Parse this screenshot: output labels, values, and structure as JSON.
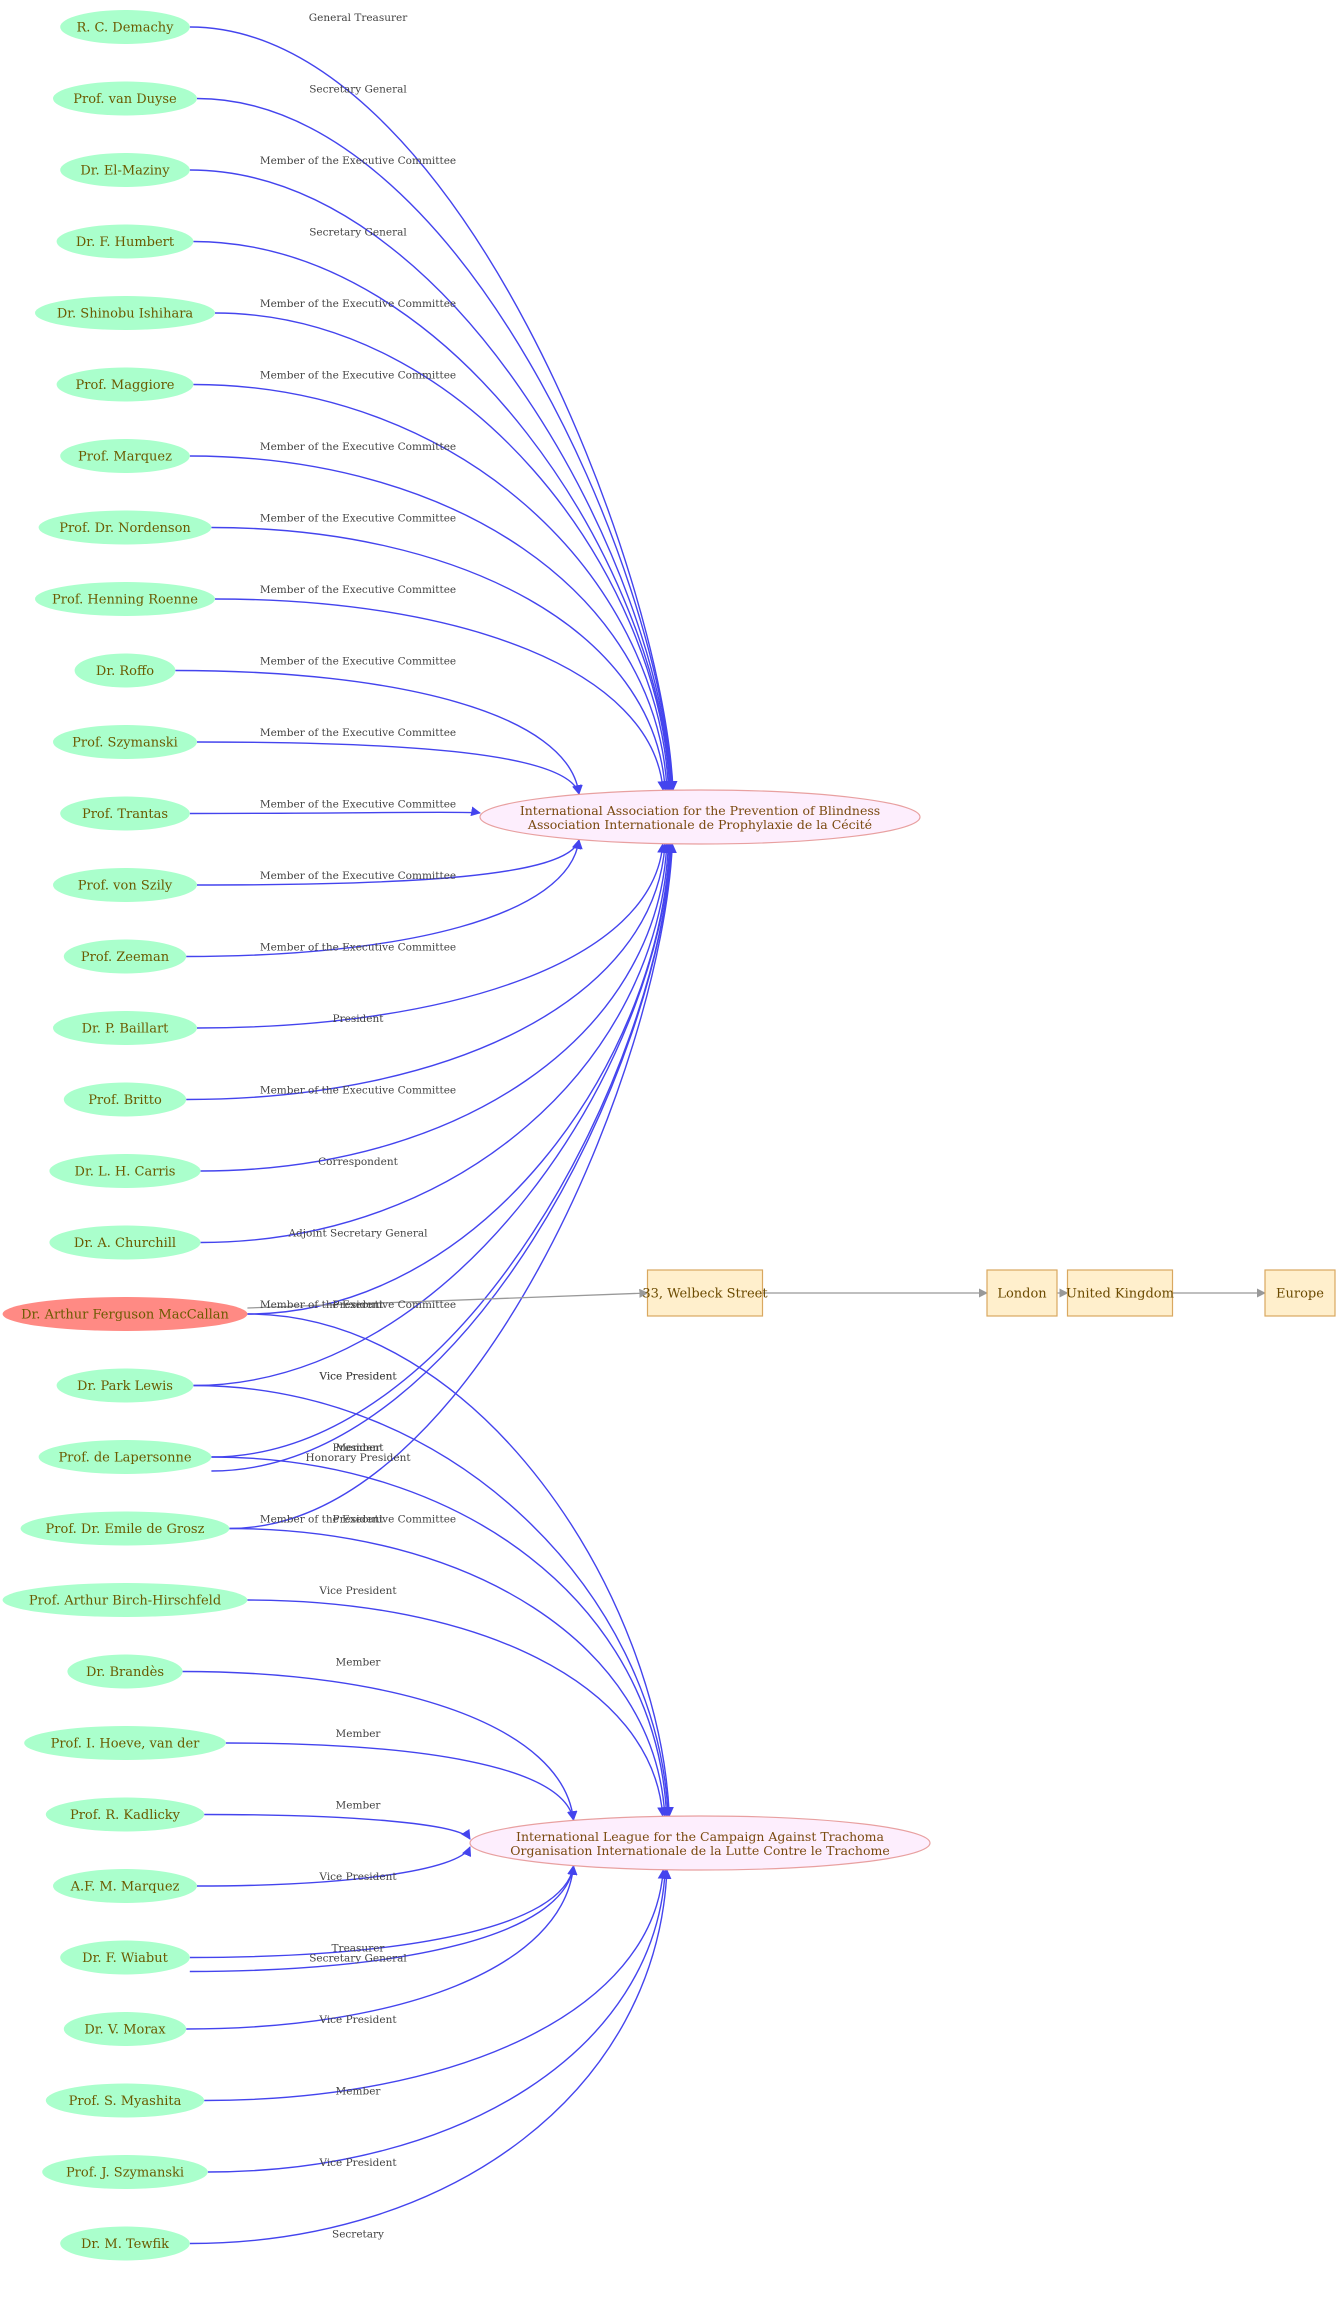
{
  "colors": {
    "person_fill": "#aaffcc",
    "focus_fill": "#ff8a84",
    "org_fill": "#fdeefd",
    "org_stroke": "#e8a0a0",
    "place_fill": "#ffefcc",
    "place_stroke": "#d9a860",
    "role_edge": "#4444ee",
    "address_edge": "#999999"
  },
  "organizations": [
    {
      "id": "iapb",
      "line1": "International Association for the Prevention of Blindness",
      "line2": "Association Internationale de Prophylaxie de la Cécité"
    },
    {
      "id": "ilct",
      "line1": "International League for the Campaign Against Trachoma",
      "line2": "Organisation Internationale de la Lutte Contre le Trachome"
    }
  ],
  "people": [
    {
      "id": "p01",
      "name": "R. C. Demachy"
    },
    {
      "id": "p02",
      "name": "Prof. van Duyse"
    },
    {
      "id": "p03",
      "name": "Dr. El-Maziny"
    },
    {
      "id": "p04",
      "name": "Dr. F. Humbert"
    },
    {
      "id": "p05",
      "name": "Dr. Shinobu Ishihara"
    },
    {
      "id": "p06",
      "name": "Prof. Maggiore"
    },
    {
      "id": "p07",
      "name": "Prof. Marquez"
    },
    {
      "id": "p08",
      "name": "Prof. Dr. Nordenson"
    },
    {
      "id": "p09",
      "name": "Prof. Henning Roenne"
    },
    {
      "id": "p10",
      "name": "Dr. Roffo"
    },
    {
      "id": "p11",
      "name": "Prof. Szymanski"
    },
    {
      "id": "p12",
      "name": "Prof. Trantas"
    },
    {
      "id": "p13",
      "name": "Prof. von Szily"
    },
    {
      "id": "p14",
      "name": "Prof. Zeeman"
    },
    {
      "id": "p15",
      "name": "Dr. P. Baillart"
    },
    {
      "id": "p16",
      "name": "Prof. Britto"
    },
    {
      "id": "p17",
      "name": "Dr. L. H. Carris"
    },
    {
      "id": "p18",
      "name": "Dr. A. Churchill"
    },
    {
      "id": "p19",
      "name": "Dr. Arthur Ferguson MacCallan",
      "focus": true
    },
    {
      "id": "p20",
      "name": "Dr. Park Lewis"
    },
    {
      "id": "p21",
      "name": "Prof. de Lapersonne"
    },
    {
      "id": "p22",
      "name": "Prof. Dr. Emile de Grosz"
    },
    {
      "id": "p23",
      "name": "Prof. Arthur Birch-Hirschfeld"
    },
    {
      "id": "p24",
      "name": "Dr. Brandès"
    },
    {
      "id": "p25",
      "name": "Prof. I. Hoeve, van der"
    },
    {
      "id": "p26",
      "name": "Prof. R. Kadlicky"
    },
    {
      "id": "p27",
      "name": "A.F. M. Marquez"
    },
    {
      "id": "p28",
      "name": "Dr. F. Wiabut"
    },
    {
      "id": "p29",
      "name": "Dr. V. Morax"
    },
    {
      "id": "p30",
      "name": "Prof. S. Myashita"
    },
    {
      "id": "p31",
      "name": "Prof. J. Szymanski"
    },
    {
      "id": "p32",
      "name": "Dr. M. Tewfik"
    }
  ],
  "places": [
    {
      "id": "pl1",
      "name": "33, Welbeck Street"
    },
    {
      "id": "pl2",
      "name": "London"
    },
    {
      "id": "pl3",
      "name": "United Kingdom"
    },
    {
      "id": "pl4",
      "name": "Europe"
    }
  ],
  "relations": [
    {
      "from": "p01",
      "to": "iapb",
      "label": "General Treasurer"
    },
    {
      "from": "p02",
      "to": "iapb",
      "label": "Secretary General"
    },
    {
      "from": "p03",
      "to": "iapb",
      "label": "Member of the Executive Committee"
    },
    {
      "from": "p04",
      "to": "iapb",
      "label": "Secretary General"
    },
    {
      "from": "p05",
      "to": "iapb",
      "label": "Member of the Executive Committee"
    },
    {
      "from": "p06",
      "to": "iapb",
      "label": "Member of the Executive Committee"
    },
    {
      "from": "p07",
      "to": "iapb",
      "label": "Member of the Executive Committee"
    },
    {
      "from": "p08",
      "to": "iapb",
      "label": "Member of the Executive Committee"
    },
    {
      "from": "p09",
      "to": "iapb",
      "label": "Member of the Executive Committee"
    },
    {
      "from": "p10",
      "to": "iapb",
      "label": "Member of the Executive Committee"
    },
    {
      "from": "p11",
      "to": "iapb",
      "label": "Member of the Executive Committee"
    },
    {
      "from": "p12",
      "to": "iapb",
      "label": "Member of the Executive Committee"
    },
    {
      "from": "p13",
      "to": "iapb",
      "label": "Member of the Executive Committee"
    },
    {
      "from": "p14",
      "to": "iapb",
      "label": "Member of the Executive Committee"
    },
    {
      "from": "p15",
      "to": "iapb",
      "label": "President"
    },
    {
      "from": "p16",
      "to": "iapb",
      "label": "Member of the Executive Committee"
    },
    {
      "from": "p17",
      "to": "iapb",
      "label": "Correspondent"
    },
    {
      "from": "p18",
      "to": "iapb",
      "label": "Adjoint Secretary General"
    },
    {
      "from": "p19",
      "to": "iapb",
      "label": "Member of the Executive Committee"
    },
    {
      "from": "p19",
      "to": "ilct",
      "label": "President"
    },
    {
      "from": "p20",
      "to": "iapb",
      "label": "Vice President"
    },
    {
      "from": "p20",
      "to": "ilct",
      "label": "Vice President"
    },
    {
      "from": "p21",
      "to": "iapb",
      "label": "President"
    },
    {
      "from": "p21",
      "to": "iapb",
      "label": "Honorary President"
    },
    {
      "from": "p21",
      "to": "ilct",
      "label": "Member"
    },
    {
      "from": "p22",
      "to": "iapb",
      "label": "Member of the Executive Committee"
    },
    {
      "from": "p22",
      "to": "ilct",
      "label": "President"
    },
    {
      "from": "p23",
      "to": "ilct",
      "label": "Vice President"
    },
    {
      "from": "p24",
      "to": "ilct",
      "label": "Member"
    },
    {
      "from": "p25",
      "to": "ilct",
      "label": "Member"
    },
    {
      "from": "p26",
      "to": "ilct",
      "label": "Member"
    },
    {
      "from": "p27",
      "to": "ilct",
      "label": "Vice President"
    },
    {
      "from": "p28",
      "to": "ilct",
      "label": "Treasurer"
    },
    {
      "from": "p28",
      "to": "ilct",
      "label": "Secretary General"
    },
    {
      "from": "p29",
      "to": "ilct",
      "label": "Vice President"
    },
    {
      "from": "p30",
      "to": "ilct",
      "label": "Member"
    },
    {
      "from": "p31",
      "to": "ilct",
      "label": "Vice President"
    },
    {
      "from": "p32",
      "to": "ilct",
      "label": "Secretary"
    }
  ],
  "address_chain": [
    {
      "from": "p19",
      "to": "pl1"
    },
    {
      "from": "pl1",
      "to": "pl2"
    },
    {
      "from": "pl2",
      "to": "pl3"
    },
    {
      "from": "pl3",
      "to": "pl4"
    }
  ]
}
